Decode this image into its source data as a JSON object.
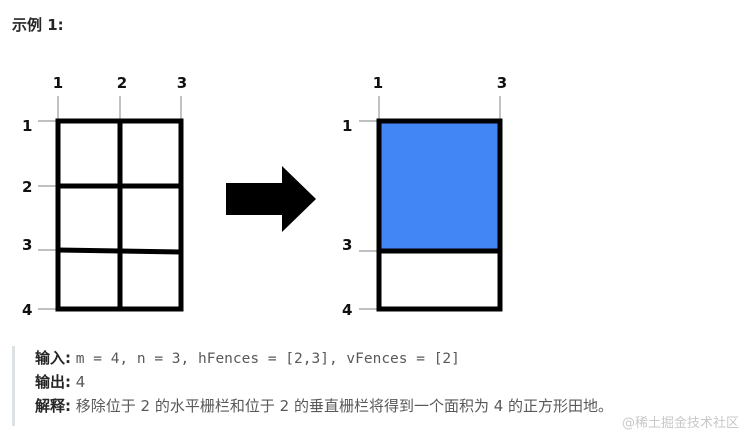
{
  "heading": "示例 1:",
  "left_diagram": {
    "top_labels": [
      "1",
      "2",
      "3"
    ],
    "side_labels": [
      "1",
      "2",
      "3",
      "4"
    ]
  },
  "right_diagram": {
    "top_labels": [
      "1",
      "3"
    ],
    "side_labels": [
      "1",
      "3",
      "4"
    ],
    "fill_color": "#4285f4"
  },
  "arrow": {
    "icon": "right-arrow-icon"
  },
  "example": {
    "input_label": "输入:",
    "input_value": "m = 4, n = 3, hFences = [2,3], vFences = [2]",
    "output_label": "输出:",
    "output_value": "4",
    "explanation_label": "解释:",
    "explanation_value": "移除位于 2 的水平栅栏和位于 2 的垂直栅栏将得到一个面积为 4 的正方形田地。"
  },
  "watermark": "@稀土掘金技术社区"
}
